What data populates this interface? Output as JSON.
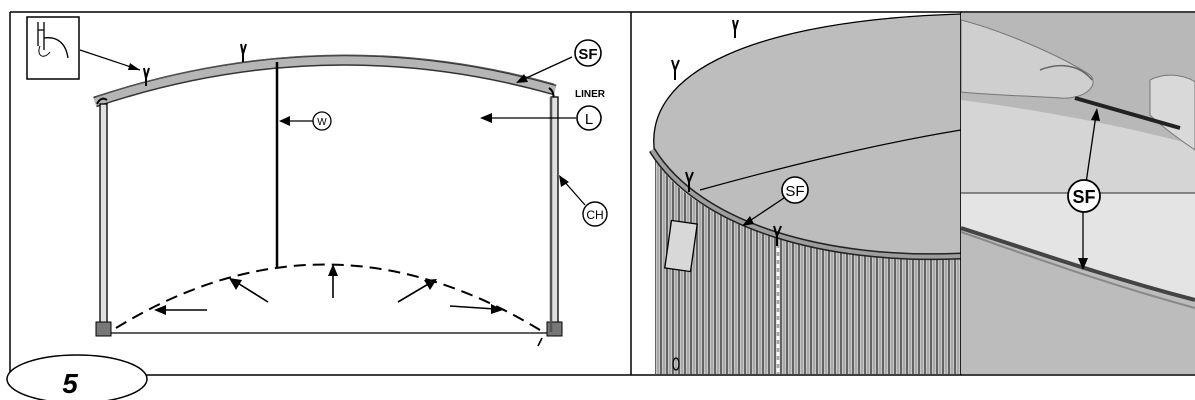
{
  "step": {
    "number": "5"
  },
  "left_panel": {
    "labels": {
      "skimmer_frame": "SF",
      "liner_caption": "LINER",
      "liner": "L",
      "wall": "W",
      "channel": "CH"
    }
  },
  "middle_panel": {
    "labels": {
      "skimmer_frame": "SF"
    }
  },
  "right_panel": {
    "labels": {
      "skimmer_frame": "SF"
    }
  }
}
